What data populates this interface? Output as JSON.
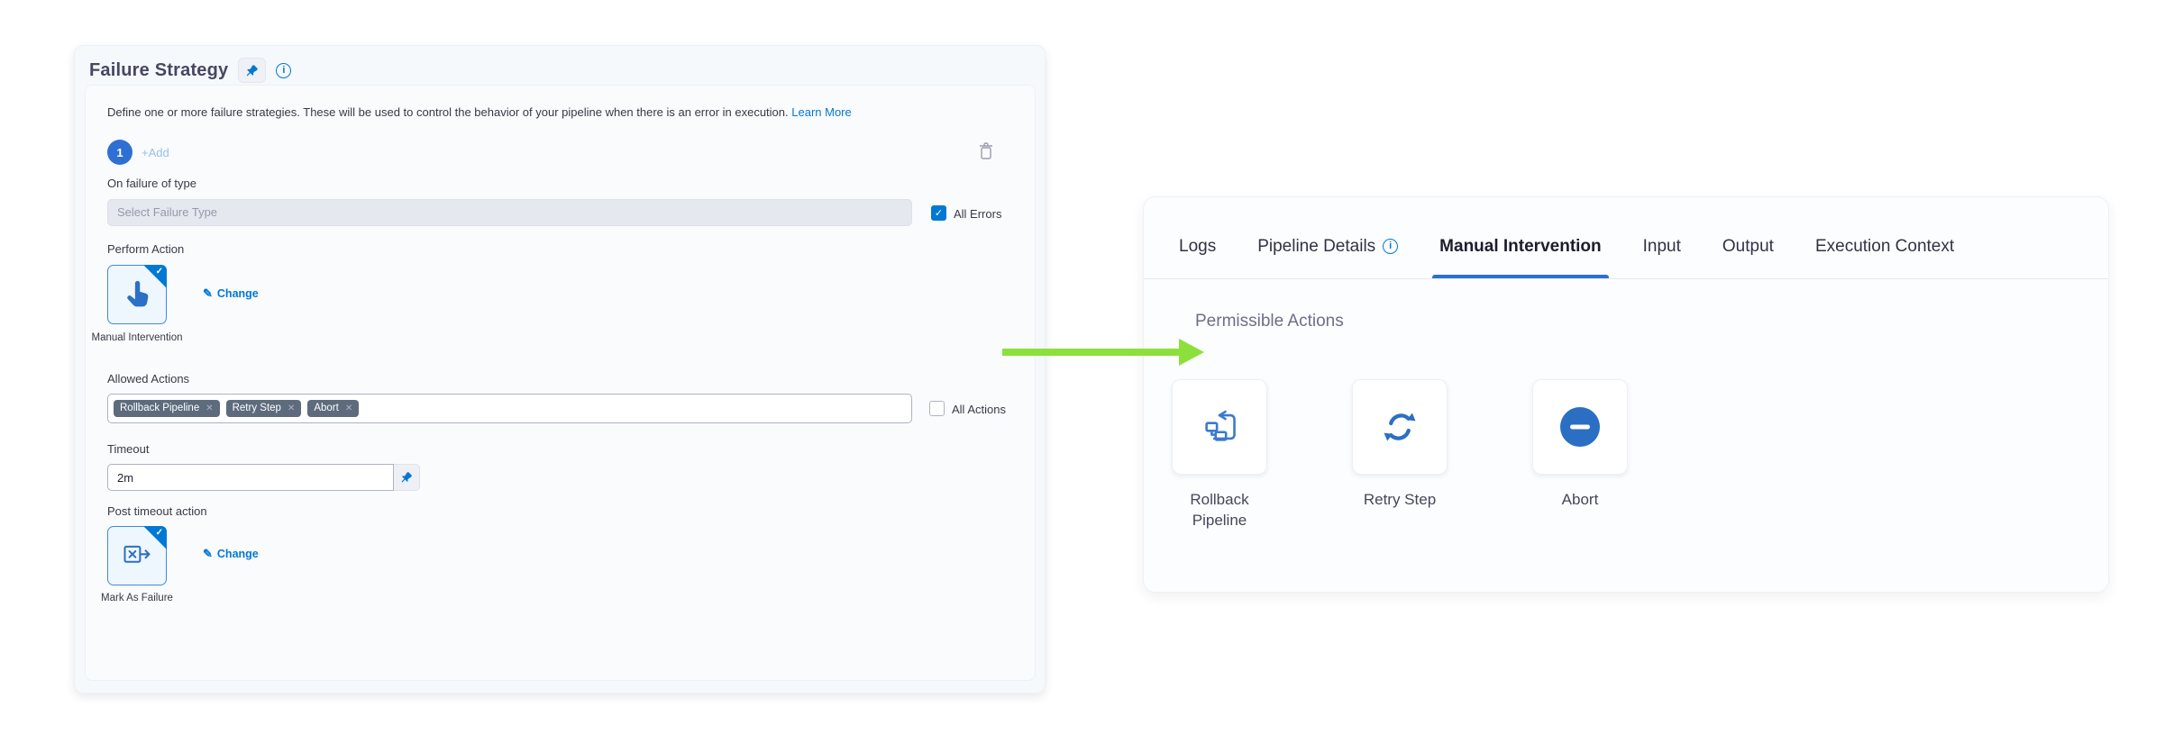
{
  "icons": {
    "check": "✓",
    "close": "✕",
    "info": "i",
    "pencil": "✎"
  },
  "colors": {
    "primary_blue": "#0278d5",
    "icon_blue": "#2b6fc4",
    "arrow_green": "#8de03c",
    "tag_bg": "#5e6b7d"
  },
  "left_panel": {
    "title": "Failure Strategy",
    "description": "Define one or more failure strategies. These will be used to control the behavior of your pipeline when there is an error in execution.",
    "learn_more_label": "Learn More",
    "strategy_badge": "1",
    "add_label": "+Add",
    "fields": {
      "on_failure_label": "On failure of type",
      "failure_type_placeholder": "Select Failure Type",
      "all_errors_label": "All Errors",
      "all_errors_checked": true,
      "perform_action_label": "Perform Action",
      "perform_action_value": "Manual Intervention",
      "change_label": "Change",
      "allowed_actions_label": "Allowed Actions",
      "tags": [
        "Rollback Pipeline",
        "Retry Step",
        "Abort"
      ],
      "all_actions_label": "All Actions",
      "all_actions_checked": false,
      "timeout_label": "Timeout",
      "timeout_value": "2m",
      "post_timeout_label": "Post timeout action",
      "post_timeout_value": "Mark As Failure",
      "post_change_label": "Change"
    }
  },
  "right_panel": {
    "tabs": [
      {
        "label": "Logs"
      },
      {
        "label": "Pipeline Details",
        "has_info": true
      },
      {
        "label": "Manual Intervention",
        "active": true
      },
      {
        "label": "Input"
      },
      {
        "label": "Output"
      },
      {
        "label": "Execution Context"
      }
    ],
    "heading": "Permissible Actions",
    "actions": [
      {
        "label": "Rollback Pipeline",
        "icon": "rollback-pipeline-icon"
      },
      {
        "label": "Retry Step",
        "icon": "retry-step-icon"
      },
      {
        "label": "Abort",
        "icon": "abort-icon"
      }
    ]
  }
}
